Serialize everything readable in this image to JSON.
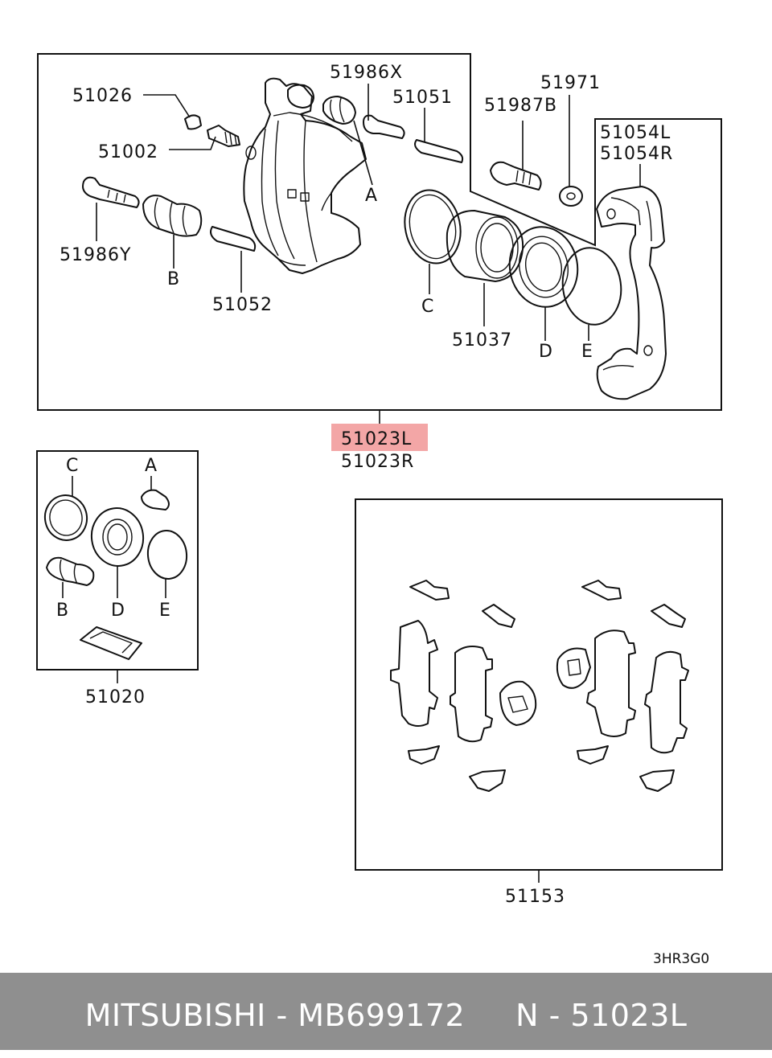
{
  "labels": {
    "l51026": "51026",
    "l51002": "51002",
    "l51986x": "51986X",
    "l51051": "51051",
    "l51971": "51971",
    "l51987b": "51987B",
    "l51054l": "51054L",
    "l51054r": "51054R",
    "l51986y": "51986Y",
    "l51052": "51052",
    "l51037": "51037",
    "l51023l": "51023L",
    "l51023r": "51023R",
    "l51020": "51020",
    "l51153": "51153",
    "a_top": "A",
    "b_top": "B",
    "c_top": "C",
    "d_top": "D",
    "e_top": "E",
    "c_kit": "C",
    "a_kit": "A",
    "b_kit": "B",
    "d_kit": "D",
    "e_kit": "E",
    "code": "3HR3G0"
  },
  "highlight_color": "#f3a6a6",
  "footer": {
    "text": "MITSUBISHI - MB699172     N - 51023L",
    "background": "#8f8f8f"
  }
}
